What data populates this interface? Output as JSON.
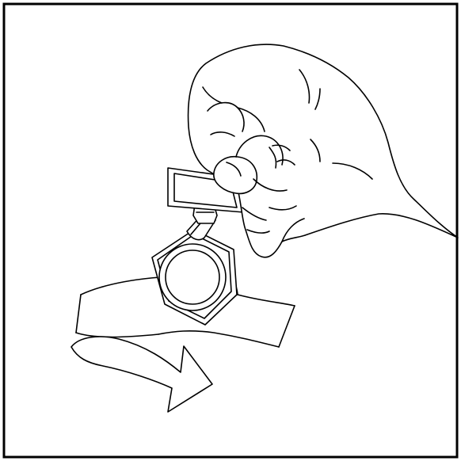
{
  "figure": {
    "border_color": "#000000",
    "background_color": "#ffffff",
    "line_color": "#000000",
    "elements": [
      "hand-illustration",
      "cap-with-tab",
      "rotation-band",
      "rotation-arrow-icon"
    ]
  }
}
